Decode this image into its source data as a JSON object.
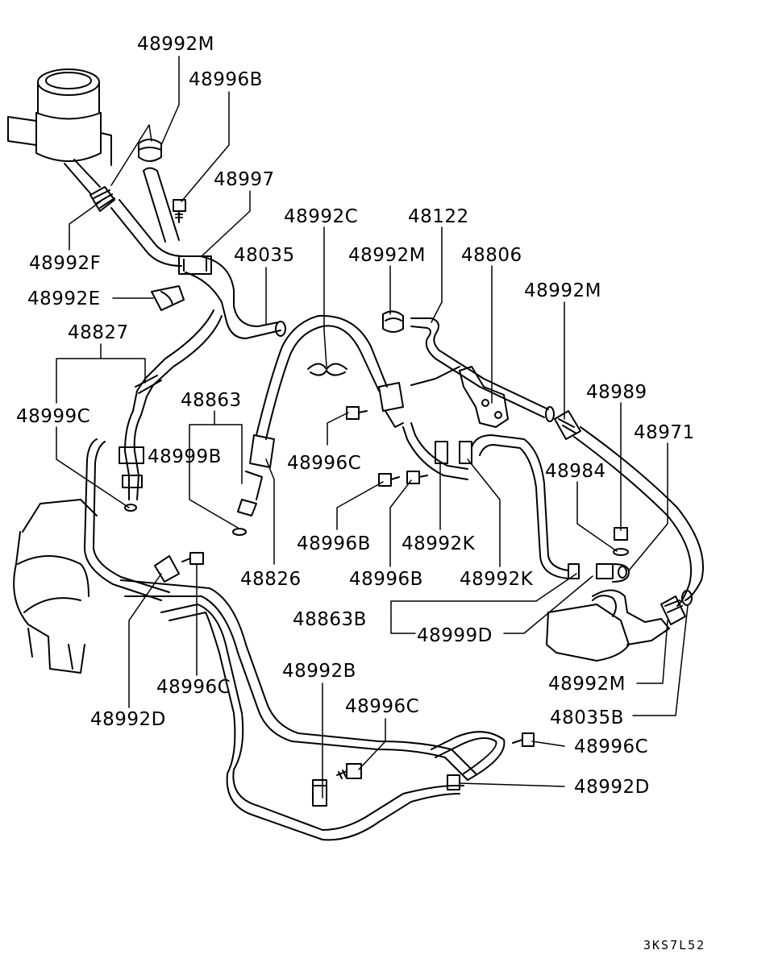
{
  "diagram": {
    "drawing_code": "3KS7L52",
    "labels": {
      "l01": "48992M",
      "l02": "48996B",
      "l03": "48997",
      "l04": "48992F",
      "l05": "48035",
      "l06": "48992C",
      "l07": "48122",
      "l08": "48992M",
      "l09": "48806",
      "l10": "48992E",
      "l11": "48992M",
      "l12": "48827",
      "l13": "48863",
      "l14": "48989",
      "l15": "48999C",
      "l16": "48971",
      "l17": "48999B",
      "l18": "48996C",
      "l19": "48984",
      "l20": "48996B",
      "l21": "48992K",
      "l22": "48826",
      "l23": "48996B",
      "l24": "48992K",
      "l25": "48863B",
      "l26": "48999D",
      "l27": "48992B",
      "l28": "48996C",
      "l29": "48992M",
      "l30": "48996C",
      "l31": "48035B",
      "l32": "48992D",
      "l33": "48996C",
      "l34": "48992D"
    }
  }
}
